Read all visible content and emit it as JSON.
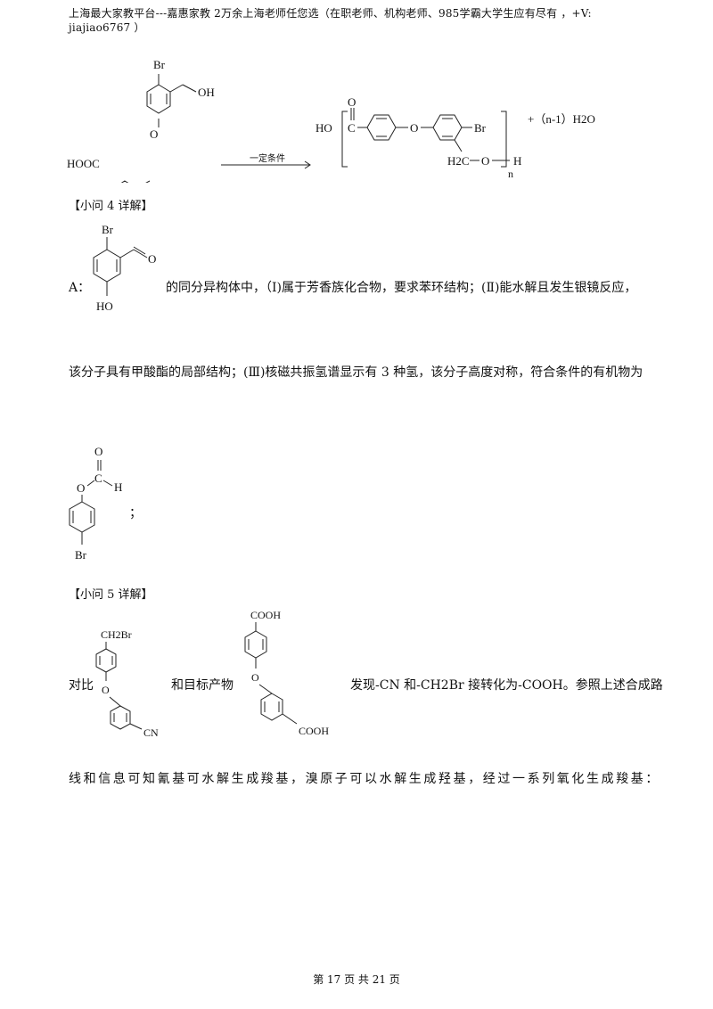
{
  "header": {
    "line1": "上海最大家教平台---嘉惠家教    2万余上海老师任您选（在职老师、机构老师、985学霸大学生应有尽有 ，+V:",
    "line2": "jiajiao6767 ）"
  },
  "reaction": {
    "reactant_labels": {
      "br": "Br",
      "oh": "OH",
      "o": "O",
      "cooh": "HOOC"
    },
    "arrow_condition": "一定条件",
    "product_labels": {
      "ho": "HO",
      "c": "C",
      "o_carbonyl": "O",
      "o_ether": "O",
      "br": "Br",
      "h2c": "H2C",
      "o_link": "O",
      "h": "H",
      "n": "n"
    },
    "byproduct": "+（n-1）H2O"
  },
  "q4": {
    "heading": "【小问 4 详解】",
    "a_label": "A：",
    "a_struct": {
      "br": "Br",
      "o": "O",
      "ho": "HO"
    },
    "text1": "的同分异构体中，（Ⅰ)属于芳香族化合物，要求苯环结构；(Ⅱ)能水解且发生银镜反应，",
    "text2": "该分子具有甲酸酯的局部结构；(Ⅲ)核磁共振氢谱显示有 3 种氢，该分子高度对称，符合条件的有机物为",
    "answer_struct": {
      "o_top": "O",
      "c": "C",
      "o": "O",
      "h": "H",
      "br": "Br"
    },
    "semicolon": "；"
  },
  "q5": {
    "heading": "【小问 5 详解】",
    "compare_label": "对比",
    "struct1": {
      "ch2br": "CH2Br",
      "o": "O",
      "cn": "CN"
    },
    "and_target": "和目标产物",
    "struct2": {
      "cooh_top": "COOH",
      "o": "O",
      "cooh_bottom": "COOH"
    },
    "text_after": "发现-CN 和-CH2Br 接转化为-COOH。参照上述合成路",
    "text_line2": "线和信息可知氰基可水解生成羧基，溴原子可以水解生成羟基，经过一系列氧化生成羧基："
  },
  "footer": {
    "page": "第 17 页 共 21 页"
  }
}
